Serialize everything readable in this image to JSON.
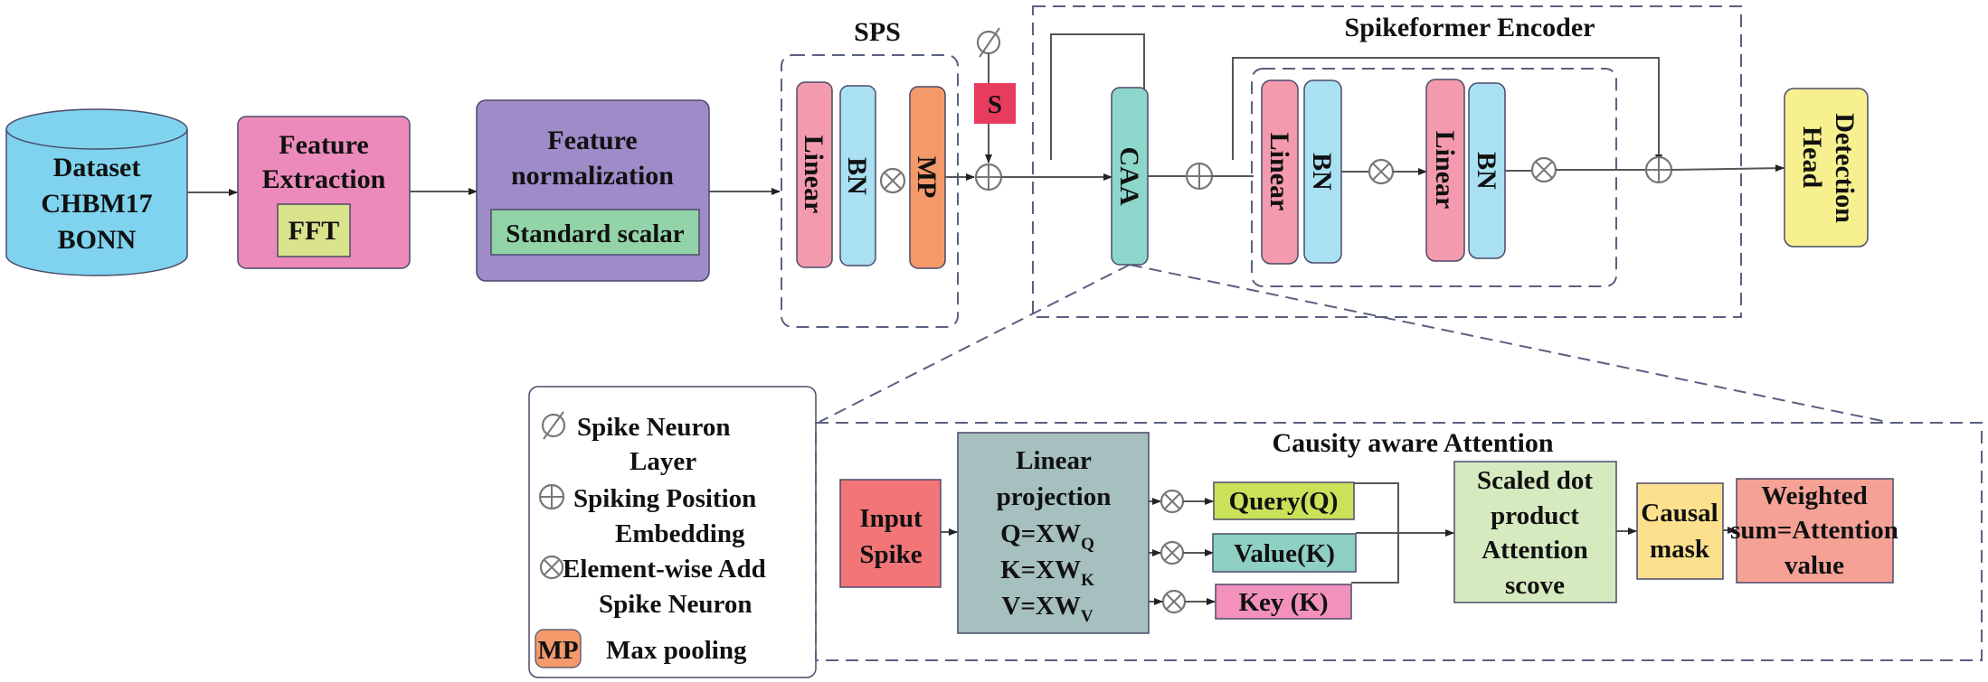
{
  "colors": {
    "dataset": "#7fd3ef",
    "feature_extraction": "#ec8bbb",
    "fft": "#d9e38c",
    "feature_normalization": "#9e8bc8",
    "standard_scalar": "#93d3a8",
    "linear": "#f39aae",
    "bn": "#a9e0f2",
    "mp": "#f3996a",
    "s_block": "#e83c5e",
    "caa": "#8dd6cc",
    "detection_head": "#f7f08f",
    "input_spike": "#f27577",
    "linear_projection": "#a6bfbf",
    "query": "#c9e25a",
    "value": "#8fd0c4",
    "key": "#f291bb",
    "scaled_dot": "#d6eac0",
    "causal_mask": "#fde08e",
    "weighted_sum": "#f6a195"
  },
  "pipeline": {
    "dataset": {
      "lines": [
        "Dataset",
        "CHBM17",
        "BONN"
      ]
    },
    "feature_extraction": {
      "lines": [
        "Feature",
        "Extraction"
      ],
      "inner": "FFT"
    },
    "feature_normalization": {
      "lines": [
        "Feature",
        "normalization"
      ],
      "inner": "Standard scalar"
    },
    "sps": {
      "title": "SPS",
      "blocks": [
        "Linear",
        "BN",
        "MP"
      ]
    },
    "spike_block": "S",
    "encoder": {
      "title": "Spikeformer Encoder",
      "caa": "CAA",
      "blocks": [
        "Linear",
        "BN",
        "Linear",
        "BN"
      ]
    },
    "detection_head": {
      "lines": [
        "Detection",
        "Head"
      ]
    }
  },
  "legend": {
    "items": [
      {
        "icon": "spike-neuron-layer-icon",
        "lines": [
          "Spike Neuron",
          "Layer"
        ]
      },
      {
        "icon": "spiking-position-embedding-icon",
        "lines": [
          "Spiking Position",
          "Embedding"
        ]
      },
      {
        "icon": "element-wise-add-icon",
        "lines": [
          "Element-wise Add",
          "Spike Neuron"
        ]
      },
      {
        "icon": "max-pooling-icon",
        "badge": "MP",
        "lines": [
          "Max pooling"
        ]
      }
    ]
  },
  "attention": {
    "title": "Causity aware Attention",
    "input_spike": [
      "Input",
      "Spike"
    ],
    "linear_projection": {
      "lines": [
        "Linear",
        "projection"
      ],
      "equations": [
        {
          "lhs": "Q=XW",
          "sub": "Q"
        },
        {
          "lhs": "K=XW",
          "sub": "K"
        },
        {
          "lhs": "V=XW",
          "sub": "V"
        }
      ]
    },
    "qkv": [
      "Query(Q)",
      "Value(K)",
      "Key (K)"
    ],
    "scaled_dot": [
      "Scaled dot",
      "product",
      "Attention",
      "scove"
    ],
    "causal_mask": [
      "Causal",
      "mask"
    ],
    "weighted_sum": [
      "Weighted",
      "sum=Attention",
      "value"
    ]
  }
}
